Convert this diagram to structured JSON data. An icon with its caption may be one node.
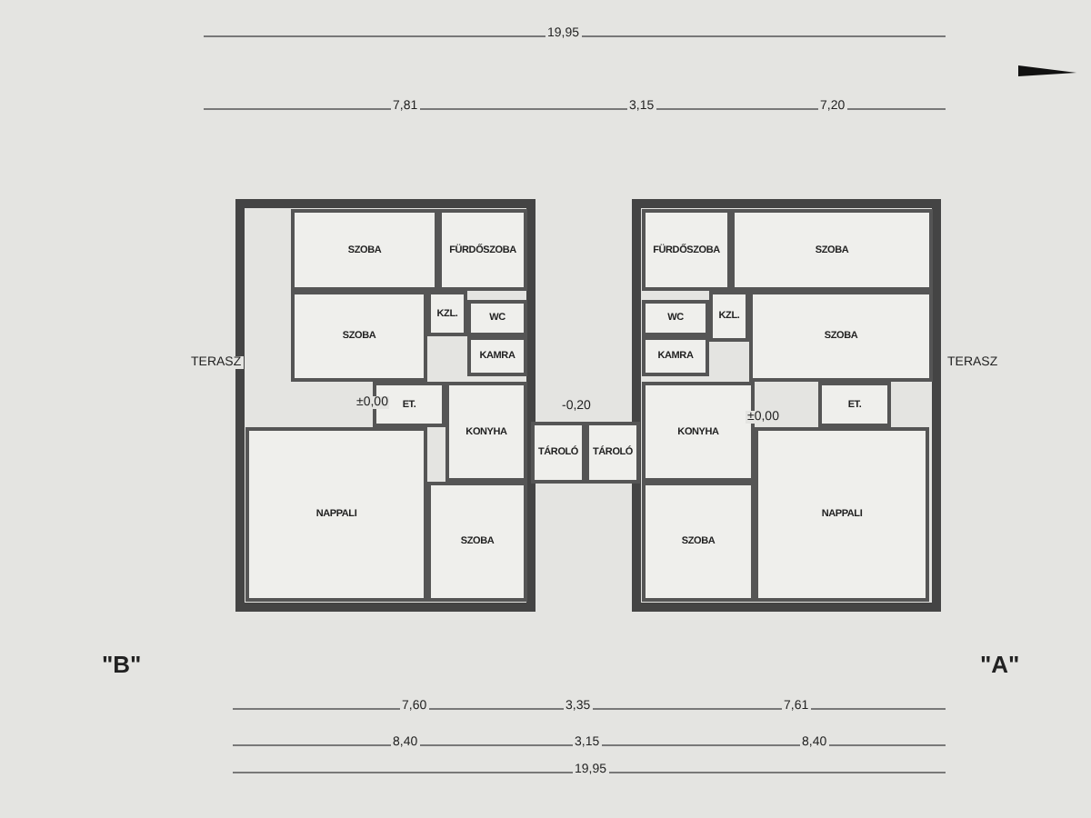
{
  "diagram": {
    "nodes": [
      {
        "text": [
          "SZOBA"
        ]
      },
      {
        "text": [
          "FÜRDŐSZOBA"
        ]
      },
      {
        "text": [
          "SZOBA"
        ]
      },
      {
        "text": [
          "KZL."
        ]
      },
      {
        "text": [
          "WC"
        ]
      },
      {
        "text": [
          "KAMRA"
        ]
      },
      {
        "text": [
          "ET."
        ]
      },
      {
        "text": [
          "KONYHA"
        ]
      },
      {
        "text": [
          "NAPPALI"
        ]
      },
      {
        "text": [
          "SZOBA"
        ]
      },
      {
        "text": [
          "TÁROLÓ"
        ]
      },
      {
        "text": [
          "TÁROLÓ"
        ]
      },
      {
        "text": [
          "FÜRDŐSZOBA"
        ]
      },
      {
        "text": [
          "SZOBA"
        ]
      },
      {
        "text": [
          "KZL."
        ]
      },
      {
        "text": [
          "WC"
        ]
      },
      {
        "text": [
          "SZOBA"
        ]
      },
      {
        "text": [
          "KAMRA"
        ]
      },
      {
        "text": [
          "ET."
        ]
      },
      {
        "text": [
          "KONYHA"
        ]
      },
      {
        "text": [
          "NAPPALI"
        ]
      },
      {
        "text": [
          "SZOBA"
        ]
      }
    ],
    "labels": [
      "19,95",
      "7,81",
      "3,15",
      "7,20",
      "TERASZ",
      "±0,00",
      "-0,20",
      "±0,00",
      "TERASZ",
      "\"B\"",
      "\"A\"",
      "7,60",
      "3,35",
      "7,61",
      "8,40",
      "3,15",
      "8,40",
      "19,95"
    ]
  }
}
